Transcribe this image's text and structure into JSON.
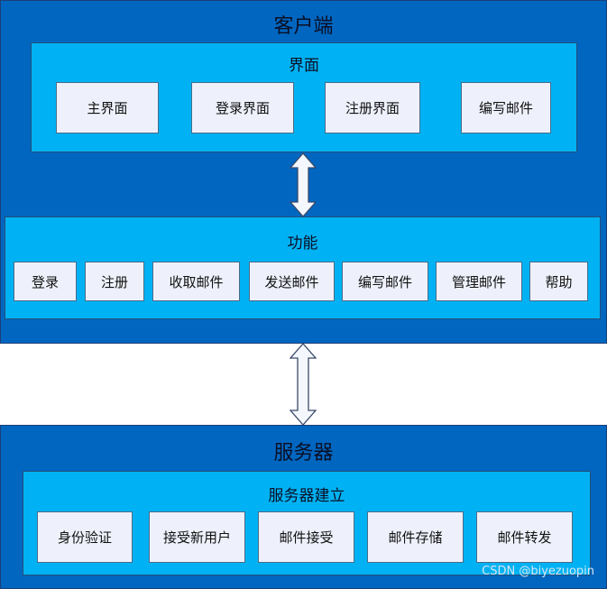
{
  "client": {
    "title": "客户端",
    "ui": {
      "title": "界面",
      "items": [
        "主界面",
        "登录界面",
        "注册界面",
        "编写邮件"
      ]
    },
    "functions": {
      "title": "功能",
      "items": [
        "登录",
        "注册",
        "收取邮件",
        "发送邮件",
        "编写邮件",
        "管理邮件",
        "帮助"
      ]
    }
  },
  "server": {
    "title": "服务器",
    "setup": {
      "title": "服务器建立",
      "items": [
        "身份验证",
        "接受新用户",
        "邮件接受",
        "邮件存储",
        "邮件转发"
      ]
    }
  },
  "watermark": "CSDN @biyezuopin"
}
